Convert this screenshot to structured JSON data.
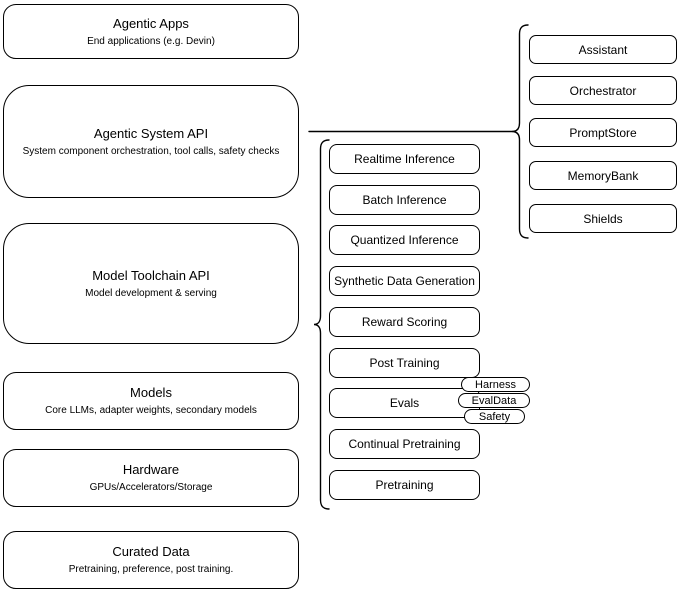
{
  "diagram": {
    "left_stack": [
      {
        "title": "Agentic Apps",
        "subtitle": "End applications (e.g. Devin)"
      },
      {
        "title": "Agentic System API",
        "subtitle": "System component orchestration, tool calls, safety checks"
      },
      {
        "title": "Model Toolchain API",
        "subtitle": "Model development & serving"
      },
      {
        "title": "Models",
        "subtitle": "Core LLMs, adapter weights, secondary models"
      },
      {
        "title": "Hardware",
        "subtitle": "GPUs/Accelerators/Storage"
      },
      {
        "title": "Curated Data",
        "subtitle": "Pretraining, preference, post training."
      }
    ],
    "toolchain_capabilities": [
      {
        "label": "Realtime Inference"
      },
      {
        "label": "Batch Inference"
      },
      {
        "label": "Quantized Inference"
      },
      {
        "label": "Synthetic Data Generation"
      },
      {
        "label": "Reward Scoring"
      },
      {
        "label": "Post Training"
      },
      {
        "label": "Evals"
      },
      {
        "label": "Continual Pretraining"
      },
      {
        "label": "Pretraining"
      }
    ],
    "eval_tags": [
      {
        "label": "Harness"
      },
      {
        "label": "EvalData"
      },
      {
        "label": "Safety"
      }
    ],
    "system_components": [
      {
        "label": "Assistant"
      },
      {
        "label": "Orchestrator"
      },
      {
        "label": "PromptStore"
      },
      {
        "label": "MemoryBank"
      },
      {
        "label": "Shields"
      }
    ],
    "colors": {
      "stroke": "#000000",
      "background": "#ffffff",
      "text": "#000000"
    }
  }
}
